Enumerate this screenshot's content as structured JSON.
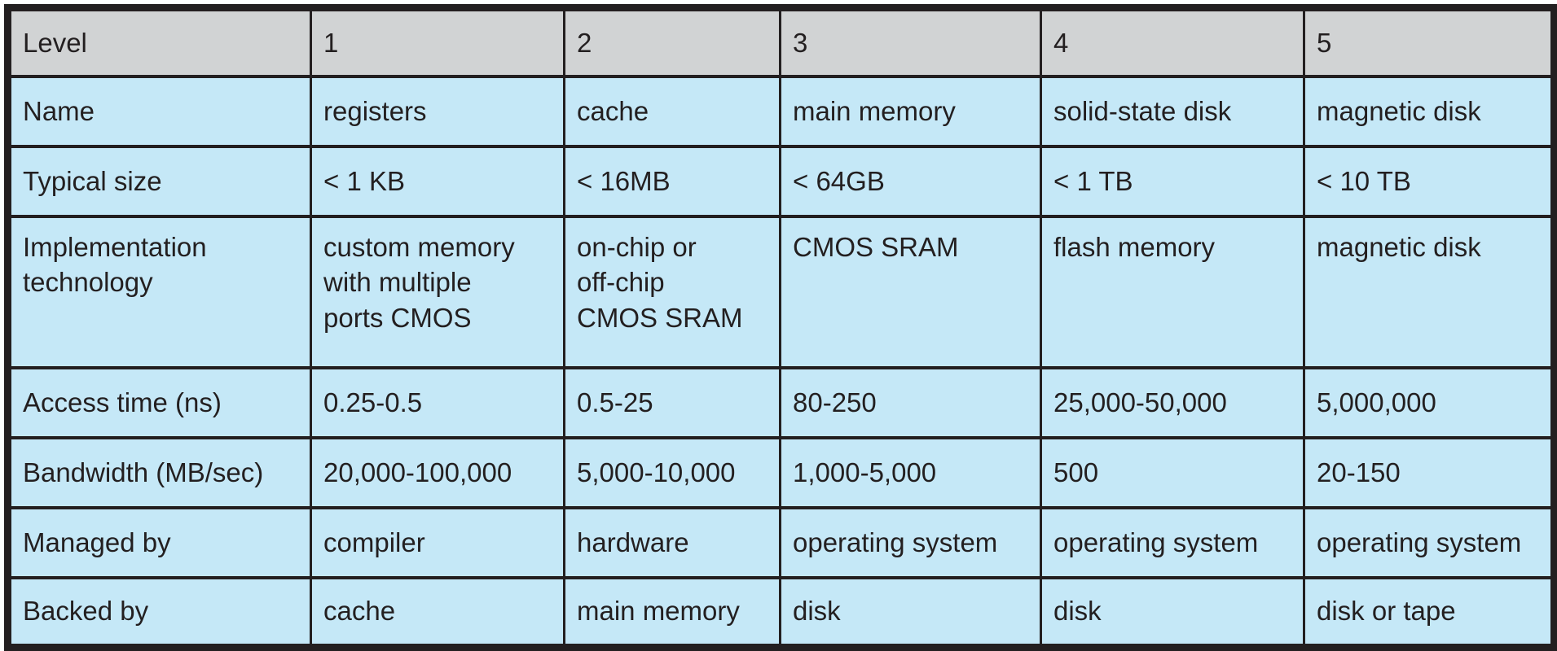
{
  "colors": {
    "header_bg": "#d1d3d4",
    "cell_bg": "#c5e8f7",
    "border": "#231f20",
    "text": "#231f20"
  },
  "chart_data": {
    "type": "table",
    "title": "",
    "legend_position": "none",
    "grid": "full-borders",
    "columns": [
      "Level",
      "1",
      "2",
      "3",
      "4",
      "5"
    ],
    "rows": [
      [
        "Name",
        "registers",
        "cache",
        "main memory",
        "solid-state disk",
        "magnetic disk"
      ],
      [
        "Typical size",
        "< 1 KB",
        "< 16MB",
        "< 64GB",
        "< 1 TB",
        "< 10 TB"
      ],
      [
        "Implementation\ntechnology",
        "custom memory\nwith multiple\nports CMOS",
        "on-chip or\noff-chip\nCMOS SRAM",
        "CMOS SRAM",
        "flash memory",
        "magnetic disk"
      ],
      [
        "Access time (ns)",
        "0.25-0.5",
        "0.5-25",
        "80-250",
        "25,000-50,000",
        "5,000,000"
      ],
      [
        "Bandwidth (MB/sec)",
        "20,000-100,000",
        "5,000-10,000",
        "1,000-5,000",
        "500",
        "20-150"
      ],
      [
        "Managed by",
        "compiler",
        "hardware",
        "operating system",
        "operating system",
        "operating system"
      ],
      [
        "Backed by",
        "cache",
        "main memory",
        "disk",
        "disk",
        "disk or tape"
      ]
    ]
  }
}
